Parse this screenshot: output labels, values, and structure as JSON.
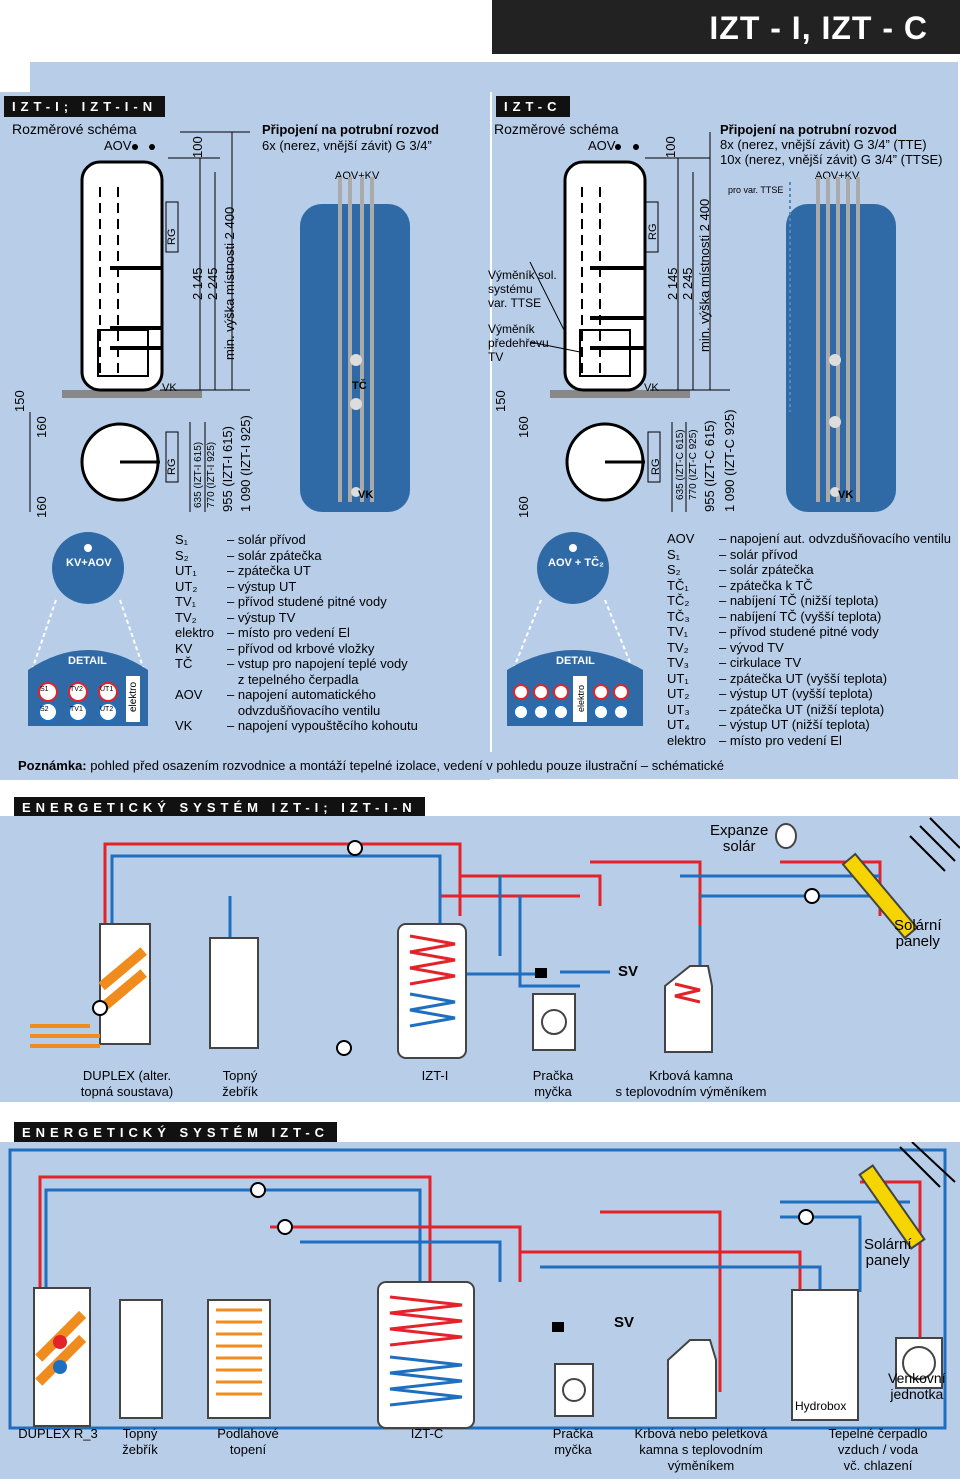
{
  "header": {
    "title": "IZT - I, IZT - C"
  },
  "left_section": {
    "tab": "IZT-I; IZT-I-N",
    "heading": "Rozměrové schéma",
    "aov": "AOV",
    "connection_title": "Připojení na potrubní rozvod",
    "connection_sub": "6x (nerez, vnější závit) G 3/4”",
    "aov_kv": "AOV+KV",
    "dims": [
      "100",
      "2 145",
      "2 245",
      "min. výška místnosti 2 400"
    ],
    "rg": "RG",
    "vk": "VK",
    "tc": "TČ",
    "side_dims": [
      "150",
      "160",
      "160"
    ],
    "plan_dims": [
      "635 (IZT-I 615)",
      "770 (IZT-I 925)",
      "955 (IZT-I 615)",
      "1 090 (IZT-I 925)"
    ],
    "kv_aov": "KV+AOV",
    "detail": "DETAIL",
    "elektro": "elektro",
    "detail_labels": [
      "S1",
      "TV2",
      "UT1",
      "S2",
      "TV1",
      "UT2"
    ],
    "legend": [
      {
        "code": "S₁",
        "desc": "– solár přívod"
      },
      {
        "code": "S₂",
        "desc": "– solár zpátečka"
      },
      {
        "code": "UT₁",
        "desc": "– zpátečka UT"
      },
      {
        "code": "UT₂",
        "desc": "– výstup UT"
      },
      {
        "code": "TV₁",
        "desc": "– přívod studené pitné vody"
      },
      {
        "code": "TV₂",
        "desc": "– výstup TV"
      },
      {
        "code": "elektro",
        "desc": "– místo pro vedení El"
      },
      {
        "code": "KV",
        "desc": "– přívod od krbové vložky"
      },
      {
        "code": "TČ",
        "desc": "– vstup pro napojení teplé vody"
      },
      {
        "code": "",
        "desc": "   z tepelného čerpadla"
      },
      {
        "code": "AOV",
        "desc": "– napojení automatického"
      },
      {
        "code": "",
        "desc": "   odvzdušňovacího ventilu"
      },
      {
        "code": "VK",
        "desc": "– napojení vypouštěcího kohoutu"
      }
    ]
  },
  "right_section": {
    "tab": "IZT-C",
    "heading": "Rozměrové schéma",
    "aov": "AOV",
    "connection_title": "Připojení na potrubní rozvod",
    "connection_sub1": "8x (nerez, vnější závit) G 3/4” (TTE)",
    "connection_sub2": "10x (nerez, vnější závit) G 3/4” (TTSE)",
    "pro_var": "pro var. TTSE",
    "aov_kv": "AOV+KV",
    "exch_solar": [
      "Výměník sol.",
      "systému",
      "var. TTSE"
    ],
    "exch_pre": [
      "Výměník",
      "předehřevu",
      "TV"
    ],
    "dims": [
      "100",
      "2 145",
      "2 245",
      "min. výška místnosti 2 400"
    ],
    "rg": "RG",
    "vk": "VK",
    "side_dims": [
      "150",
      "160",
      "160"
    ],
    "plan_dims": [
      "635 (IZT-C 615)",
      "770 (IZT-C 925)",
      "955 (IZT-C 615)",
      "1 090 (IZT-C 925)"
    ],
    "aov_tc": "AOV + TČ₂",
    "detail": "DETAIL",
    "elektro": "elektro",
    "legend": [
      {
        "code": "AOV",
        "desc": "– napojení aut. odvzdušňovacího ventilu"
      },
      {
        "code": "S₁",
        "desc": "– solár přívod"
      },
      {
        "code": "S₂",
        "desc": "– solár zpátečka"
      },
      {
        "code": "TČ₁",
        "desc": "– zpátečka k TČ"
      },
      {
        "code": "TČ₂",
        "desc": "– nabíjení TČ (nižší teplota)"
      },
      {
        "code": "TČ₃",
        "desc": "– nabíjení TČ (vyšší teplota)"
      },
      {
        "code": "TV₁",
        "desc": "– přívod studené pitné vody"
      },
      {
        "code": "TV₂",
        "desc": "– vývod TV"
      },
      {
        "code": "TV₃",
        "desc": "– cirkulace TV"
      },
      {
        "code": "UT₁",
        "desc": "– zpátečka UT (vyšší teplota)"
      },
      {
        "code": "UT₂",
        "desc": "– výstup UT (vyšší teplota)"
      },
      {
        "code": "UT₃",
        "desc": "– zpátečka UT (nižší teplota)"
      },
      {
        "code": "UT₄",
        "desc": "– výstup UT (nižší teplota)"
      },
      {
        "code": "elektro",
        "desc": "– místo pro vedení El"
      }
    ]
  },
  "note": {
    "label": "Poznámka:",
    "text": " pohled před osazením rozvodnice a montáží tepelné izolace, vedení v pohledu pouze ilustrační – schématické"
  },
  "system1": {
    "tab": "ENERGETICKÝ SYSTÉM IZT-I; IZT-I-N",
    "expanze": [
      "Expanze",
      "solár"
    ],
    "solar": [
      "Solární",
      "panely"
    ],
    "sv": "SV",
    "captions": [
      [
        "DUPLEX (alter.",
        "topná soustava)"
      ],
      [
        "Topný",
        "žebřík"
      ],
      [
        "IZT-I"
      ],
      [
        "Pračka",
        "myčka"
      ],
      [
        "Krbová kamna",
        "s teplovodním výměníkem"
      ]
    ]
  },
  "system2": {
    "tab": "ENERGETICKÝ SYSTÉM IZT-C",
    "solar": [
      "Solární",
      "panely"
    ],
    "sv": "SV",
    "hydrobox": "Hydrobox",
    "outdoor": [
      "Venkovní",
      "jednotka"
    ],
    "captions": [
      [
        "DUPLEX R_3"
      ],
      [
        "Topný",
        "žebřík"
      ],
      [
        "Podlahové",
        "topení"
      ],
      [
        "IZT-C"
      ],
      [
        "Pračka",
        "myčka"
      ],
      [
        "Krbová nebo peletková",
        "kamna s teplovodním",
        "výměníkem"
      ],
      [
        "Tepelné čerpadlo",
        "vzduch / voda",
        "vč. chlazení"
      ]
    ]
  },
  "colors": {
    "red": "#e32229",
    "blue": "#1f6fc0",
    "tank_blue": "#2f6aa7",
    "orange": "#f08c1e",
    "panel": "#b8cde8"
  }
}
